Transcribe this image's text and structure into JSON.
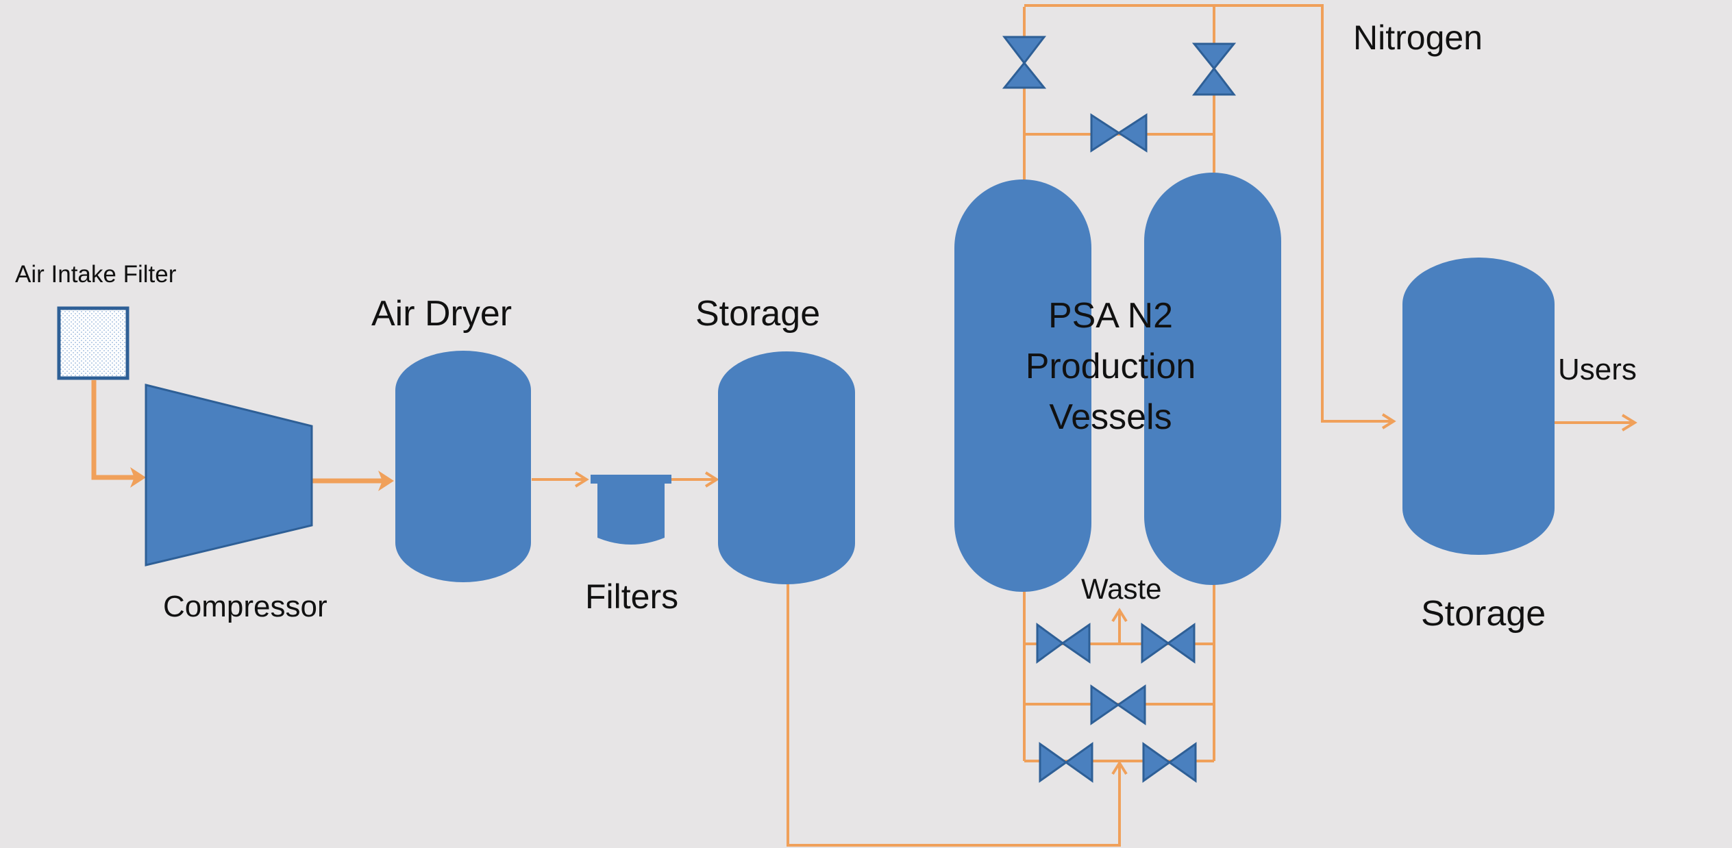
{
  "labels": {
    "air_intake_filter": "Air Intake Filter",
    "compressor": "Compressor",
    "air_dryer": "Air Dryer",
    "filters": "Filters",
    "storage_1": "Storage",
    "psa_line1": "PSA N2",
    "psa_line2": "Production",
    "psa_line3": "Vessels",
    "nitrogen": "Nitrogen",
    "waste": "Waste",
    "users": "Users",
    "storage_2": "Storage"
  },
  "colors": {
    "background": "#e7e5e6",
    "equipment": "#4a80bf",
    "pipe": "#f0a05a",
    "valve_outline": "#2e5f96",
    "text": "#111111"
  }
}
